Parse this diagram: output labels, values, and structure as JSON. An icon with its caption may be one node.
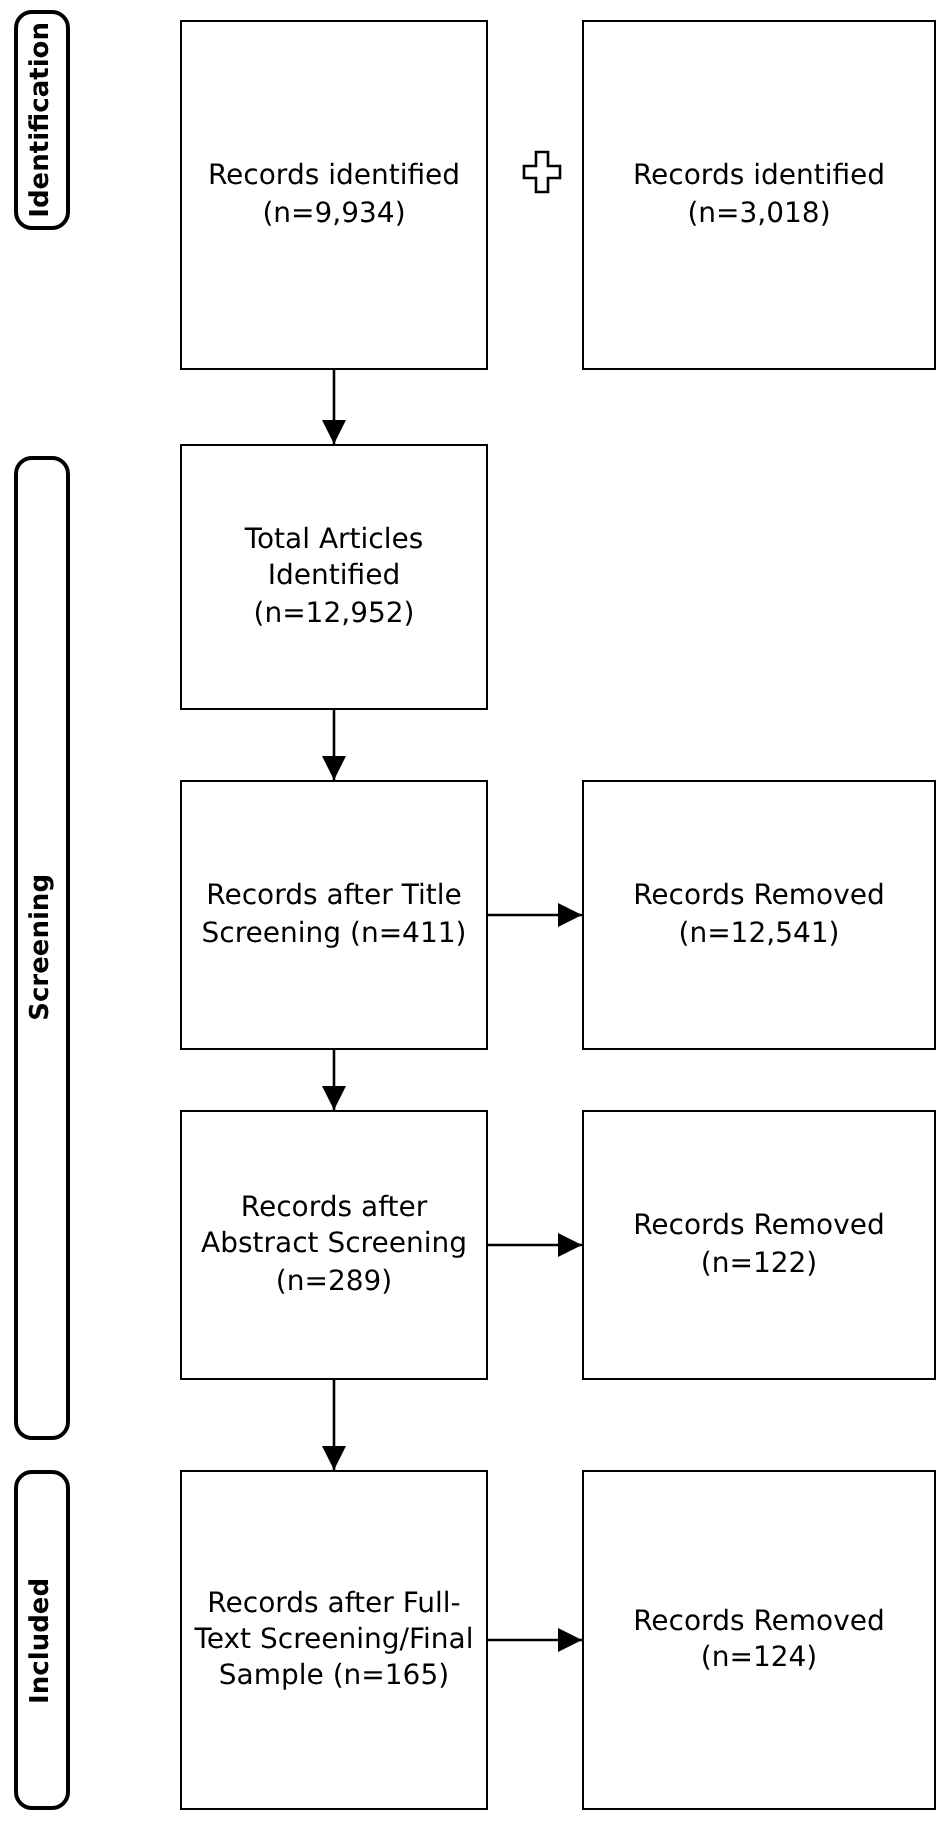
{
  "diagram": {
    "nodes": [
      {
        "text": [
          "Identification"
        ]
      },
      {
        "text": [
          "Records identified (n=9,934)"
        ]
      },
      {
        "text": [
          "Records identified (n=3,018)"
        ]
      },
      {
        "text": [
          "Screening"
        ]
      },
      {
        "text": [
          "Total Articles Identified (n=12,952)"
        ]
      },
      {
        "text": [
          "Records after Title Screening (n=411)"
        ]
      },
      {
        "text": [
          "Records Removed (n=12,541)"
        ]
      },
      {
        "text": [
          "Records after Abstract Screening (n=289)"
        ]
      },
      {
        "text": [
          "Records Removed (n=122)"
        ]
      },
      {
        "text": [
          "Included"
        ]
      },
      {
        "text": [
          "Records after Full-Text Screening/Final Sample (n=165)"
        ]
      },
      {
        "text": [
          "Records Removed (n=124)"
        ]
      }
    ],
    "edges": [
      {
        "from": 1,
        "to": 4,
        "arrow": "to"
      },
      {
        "from": 4,
        "to": 5,
        "arrow": "to"
      },
      {
        "from": 5,
        "to": 6,
        "arrow": "to"
      },
      {
        "from": 5,
        "to": 7,
        "arrow": "to"
      },
      {
        "from": 7,
        "to": 8,
        "arrow": "to"
      },
      {
        "from": 7,
        "to": 10,
        "arrow": "to"
      },
      {
        "from": 10,
        "to": 11,
        "arrow": "to"
      }
    ]
  }
}
